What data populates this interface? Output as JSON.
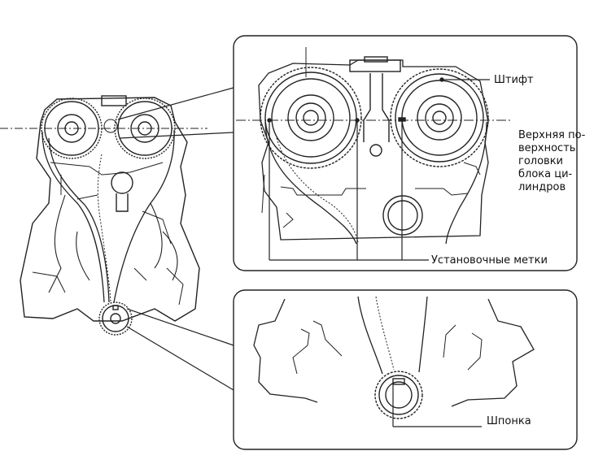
{
  "labels": {
    "pin": "Штифт",
    "head_surface": "Верхняя по-верхность головки блока ци-линдров",
    "timing_marks": "Установочные метки",
    "key": "Шпонка"
  }
}
